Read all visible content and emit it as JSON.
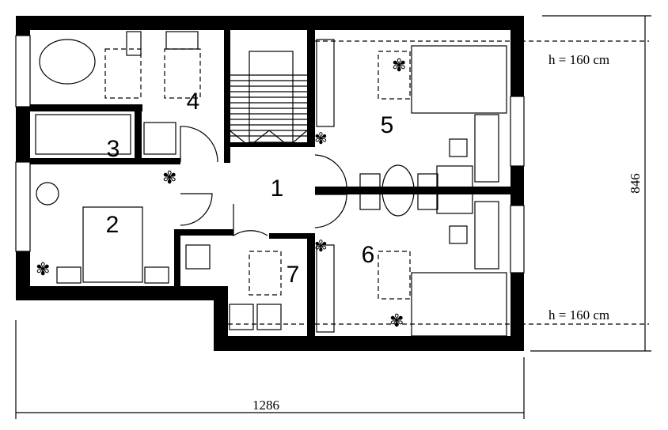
{
  "plan": {
    "rooms": [
      {
        "number": "1"
      },
      {
        "number": "2"
      },
      {
        "number": "3"
      },
      {
        "number": "4"
      },
      {
        "number": "5"
      },
      {
        "number": "6"
      },
      {
        "number": "7"
      }
    ],
    "height_note_top": "h = 160 cm",
    "height_note_bottom": "h = 160 cm",
    "dimension_width": "1286",
    "dimension_depth": "846"
  },
  "colors": {
    "ink": "#000000",
    "background": "#ffffff"
  }
}
